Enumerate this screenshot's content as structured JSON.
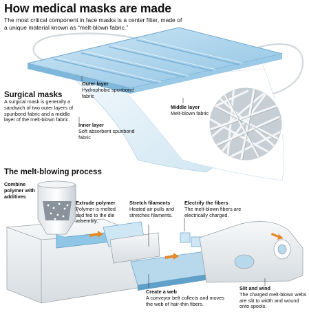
{
  "header": {
    "title": "How medical masks are made",
    "subtitle": "The most critical component in face masks is a center filter, made of a unique material known as “melt-blown fabric.”"
  },
  "surgical": {
    "heading": "Surgical masks",
    "body": "A surgical mask is generally a sandwich of two outer layers of spunbond fabric and a middle layer of the melt-blown fabric."
  },
  "layers": {
    "outer": {
      "title": "Outer layer",
      "desc": "Hydrophobic spunbond fabric"
    },
    "inner": {
      "title": "Inner layer",
      "desc": "Soft absorbent spunbond fabric"
    },
    "middle": {
      "title": "Middle layer",
      "desc": "Melt-blown fabric"
    }
  },
  "process": {
    "heading": "The melt-blowing process",
    "combine": "Combine polymer with additives",
    "extrude": {
      "title": "Extrude polymer",
      "desc": "Polymer is melted and fed to the die assembly."
    },
    "stretch": {
      "title": "Stretch filaments",
      "desc": "Heated air pulls and stretches filaments."
    },
    "electrify": {
      "title": "Electrify the fibers",
      "desc": "The melt-blown fibers are electrically charged."
    },
    "web": {
      "title": "Create a web",
      "desc": "A conveyor belt collects and moves the web of hair-thin fibers."
    },
    "slit": {
      "title": "Slit and wind",
      "desc": "The charged melt-blown webs are slit to width and wound onto spools."
    }
  },
  "colors": {
    "mask_blue": "#a9d4ec",
    "mask_dark": "#6fa9cf",
    "machine": "#eef1f3",
    "accent_orange": "#e4892a"
  }
}
